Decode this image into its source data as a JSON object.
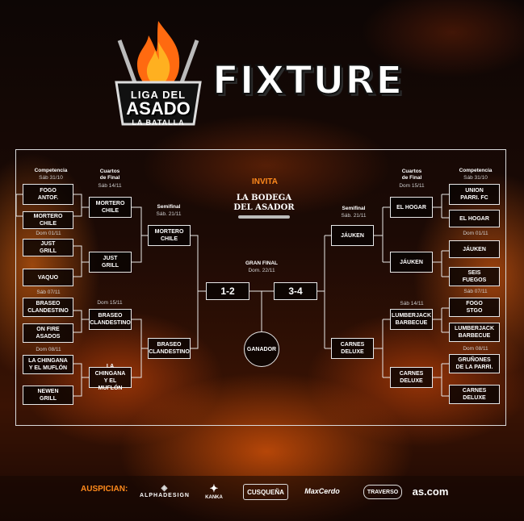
{
  "header": {
    "logo": {
      "line1": "LIGA",
      "line1b": "DEL",
      "line2": "ASADO",
      "line3": "LA BATALLA"
    },
    "title": "FIXTURE"
  },
  "colors": {
    "accent": "#ff8a1c",
    "background": "#120806",
    "fire": "#ff7a14"
  },
  "left": {
    "competencia_label": "Competencia",
    "competencia_date": "Sáb 31/10",
    "qf_label": "Cuartos\nde Final",
    "qf_date": "Sáb 14/11",
    "sf_label": "Semifinal",
    "sf_date": "Sáb. 21/11",
    "date_dom01": "Dom 01/11",
    "date_sab07": "Sáb 07/11",
    "date_dom08": "Dom 08/11",
    "date_dom15": "Dom 15/11",
    "teams": [
      "FOGO\nANTOF.",
      "MORTERO\nCHILE",
      "JUST\nGRILL",
      "VAQUO",
      "BRASEO\nCLANDESTINO",
      "ON FIRE\nASADOS",
      "LA CHINGANA\nY EL MUFLÓN",
      "NEWEN\nGRILL"
    ],
    "qf": [
      "MORTERO\nCHILE",
      "JUST\nGRILL",
      "BRASEO\nCLANDESTINO",
      "LA CHINGANA\nY EL MUFLÓN"
    ],
    "sf": [
      "MORTERO\nCHILE",
      "BRASEO\nCLANDESTINO"
    ]
  },
  "right": {
    "competencia_label": "Competencia",
    "competencia_date": "Sáb 31/10",
    "qf_label": "Cuartos\nde Final",
    "qf_date": "Dom 15/11",
    "qf_date2": "Sáb 14/11",
    "sf_label": "Semifinal",
    "sf_date": "Sáb. 21/11",
    "date_dom01": "Dom 01/11",
    "date_sab07": "Sáb 07/11",
    "date_dom08": "Dom 08/11",
    "teams": [
      "UNION\nPARRI. FC",
      "EL HOGAR",
      "JÁUKEN",
      "SEIS\nFUEGOS",
      "FOGO\nSTGO",
      "LUMBERJACK\nBARBECUE",
      "GRUÑONES\nDE LA PARRI.",
      "CARNES\nDELUXE"
    ],
    "qf": [
      "EL HOGAR",
      "JÁUKEN",
      "LUMBERJACK\nBARBECUE",
      "CARNES\nDELUXE"
    ],
    "sf": [
      "JÁUKEN",
      "CARNES\nDELUXE"
    ]
  },
  "center": {
    "invita": "INVITA",
    "sponsor_host": "LA BODEGA\nDEL ASADOR",
    "final_label": "GRAN FINAL",
    "final_date": "Dom. 22/11",
    "score_left": "1-2",
    "score_right": "3-4",
    "winner": "GANADOR"
  },
  "sponsors": {
    "label": "AUSPICIAN:",
    "items": [
      "ALPHADESIGN",
      "KANKA",
      "CUSQUEÑA",
      "MaxCerdo",
      "TRAVERSO",
      "as.com"
    ]
  }
}
